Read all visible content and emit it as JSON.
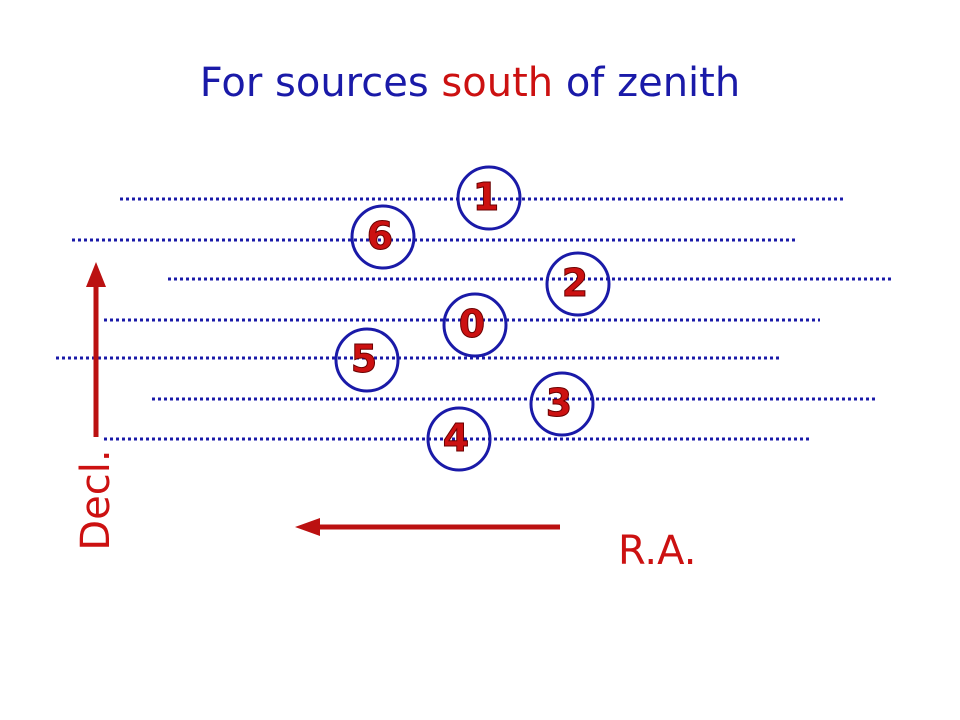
{
  "title": {
    "prefix": "For sources ",
    "highlight": "south",
    "suffix": " of zenith"
  },
  "axes": {
    "declination_label": "Decl.",
    "ra_label": "R.A."
  },
  "positions": [
    {
      "label": "0"
    },
    {
      "label": "1"
    },
    {
      "label": "2"
    },
    {
      "label": "3"
    },
    {
      "label": "4"
    },
    {
      "label": "5"
    },
    {
      "label": "6"
    }
  ],
  "colors": {
    "title_text": "#1a1aa8",
    "highlight": "#cc1111",
    "dotted_lines": "#1a1aa8",
    "circles": "#1a1aa8",
    "numbers": "#cc1111",
    "arrows": "#bb1111"
  }
}
